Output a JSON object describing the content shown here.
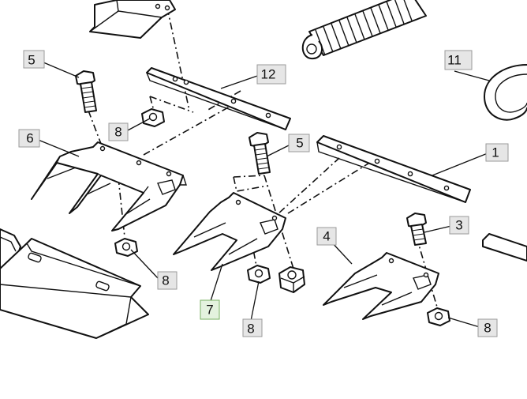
{
  "callouts": [
    {
      "id": "c1",
      "label": "1",
      "highlight": false
    },
    {
      "id": "c3",
      "label": "3",
      "highlight": false
    },
    {
      "id": "c4",
      "label": "4",
      "highlight": false
    },
    {
      "id": "c5a",
      "label": "5",
      "highlight": false
    },
    {
      "id": "c5b",
      "label": "5",
      "highlight": false
    },
    {
      "id": "c6",
      "label": "6",
      "highlight": false
    },
    {
      "id": "c7",
      "label": "7",
      "highlight": true
    },
    {
      "id": "c8a",
      "label": "8",
      "highlight": false
    },
    {
      "id": "c8b",
      "label": "8",
      "highlight": false
    },
    {
      "id": "c8c",
      "label": "8",
      "highlight": false
    },
    {
      "id": "c8d",
      "label": "8",
      "highlight": false
    },
    {
      "id": "c11",
      "label": "11",
      "highlight": false
    },
    {
      "id": "c12",
      "label": "12",
      "highlight": false
    }
  ],
  "colors": {
    "line": "#111111",
    "callout_fill": "#e6e6e6",
    "callout_highlight_fill": "#e4f2de",
    "callout_highlight_border": "#79b061"
  }
}
